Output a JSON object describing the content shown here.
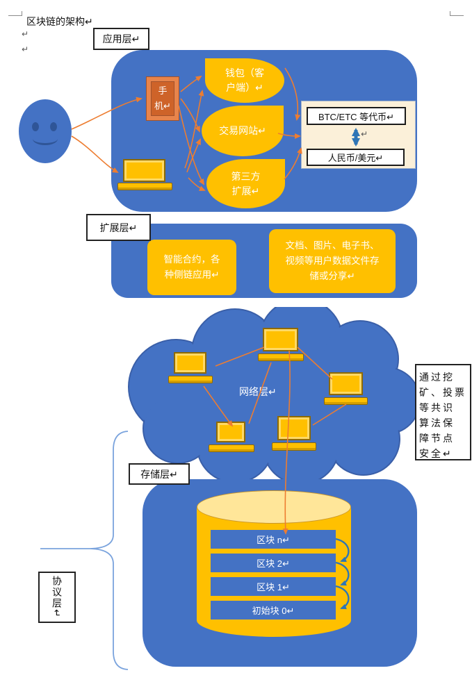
{
  "page": {
    "title": "区块链的架构↵",
    "para_marks": [
      "↵",
      "↵"
    ]
  },
  "labels": {
    "app": "应用层↵",
    "ext": "扩展层↵",
    "network": "网络层↵",
    "storage": "存储层↵",
    "protocol": "协议层↵"
  },
  "app_layer": {
    "phone": "手\n机↵",
    "wallet": "钱包（客\n户端）↵",
    "trade": "交易网站↵",
    "third": "第三方\n扩展↵",
    "token_box": "BTC/ETC 等代币↵",
    "fiat_box": "人民币/美元↵",
    "exchange_mark": "↵"
  },
  "ext_layer": {
    "smart_contracts": "智能合约，各\n种侧链应用↵",
    "user_files": "文档、图片、电子书、\n视频等用户数据文件存\n储或分享↵"
  },
  "network_layer": {
    "consensus_note": "通过挖\n矿、投票\n等共识\n算法保\n障节点\n安全↵"
  },
  "storage_layer": {
    "blocks": [
      "区块 n↵",
      "区块 2↵",
      "区块 1↵",
      "初始块 0↵"
    ]
  },
  "colors": {
    "shape_blue": "#4472C4",
    "shape_blue_dark": "#2F5597",
    "accent_yellow": "#FFC000",
    "cylinder_top_yellow": "#FFE699",
    "arrow_orange": "#ED7D31",
    "arrow_blue": "#2E75B6",
    "phone_orange": "#D2682E",
    "cream_panel": "#FBF0D9",
    "brace_blue": "#7AA3DD"
  }
}
